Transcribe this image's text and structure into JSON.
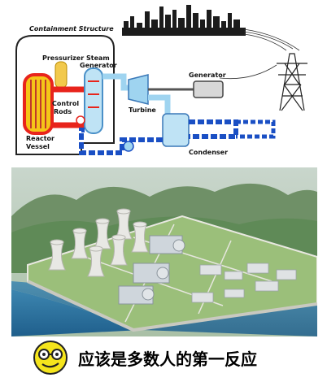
{
  "diagram": {
    "title": "Containment Structure",
    "labels": {
      "pressurizer": "Pressurizer",
      "steam_line1": "Steam",
      "steam_line2": "Generator",
      "control_line1": "Control",
      "control_line2": "Rods",
      "reactor_line1": "Reactor",
      "reactor_line2": "Vessel",
      "turbine": "Turbine",
      "generator": "Generator",
      "condenser": "Condenser"
    },
    "colors": {
      "hot_loop": "#e8241c",
      "reactor_core": "#f5c518",
      "pressurizer": "#f2c94c",
      "steam_loop": "#9fd4f0",
      "cooling_loop": "#1a4fc4",
      "outline": "#222222"
    }
  },
  "caption": {
    "icon": "smiley-glasses-icon",
    "text": "应该是多数人的第一反应"
  }
}
